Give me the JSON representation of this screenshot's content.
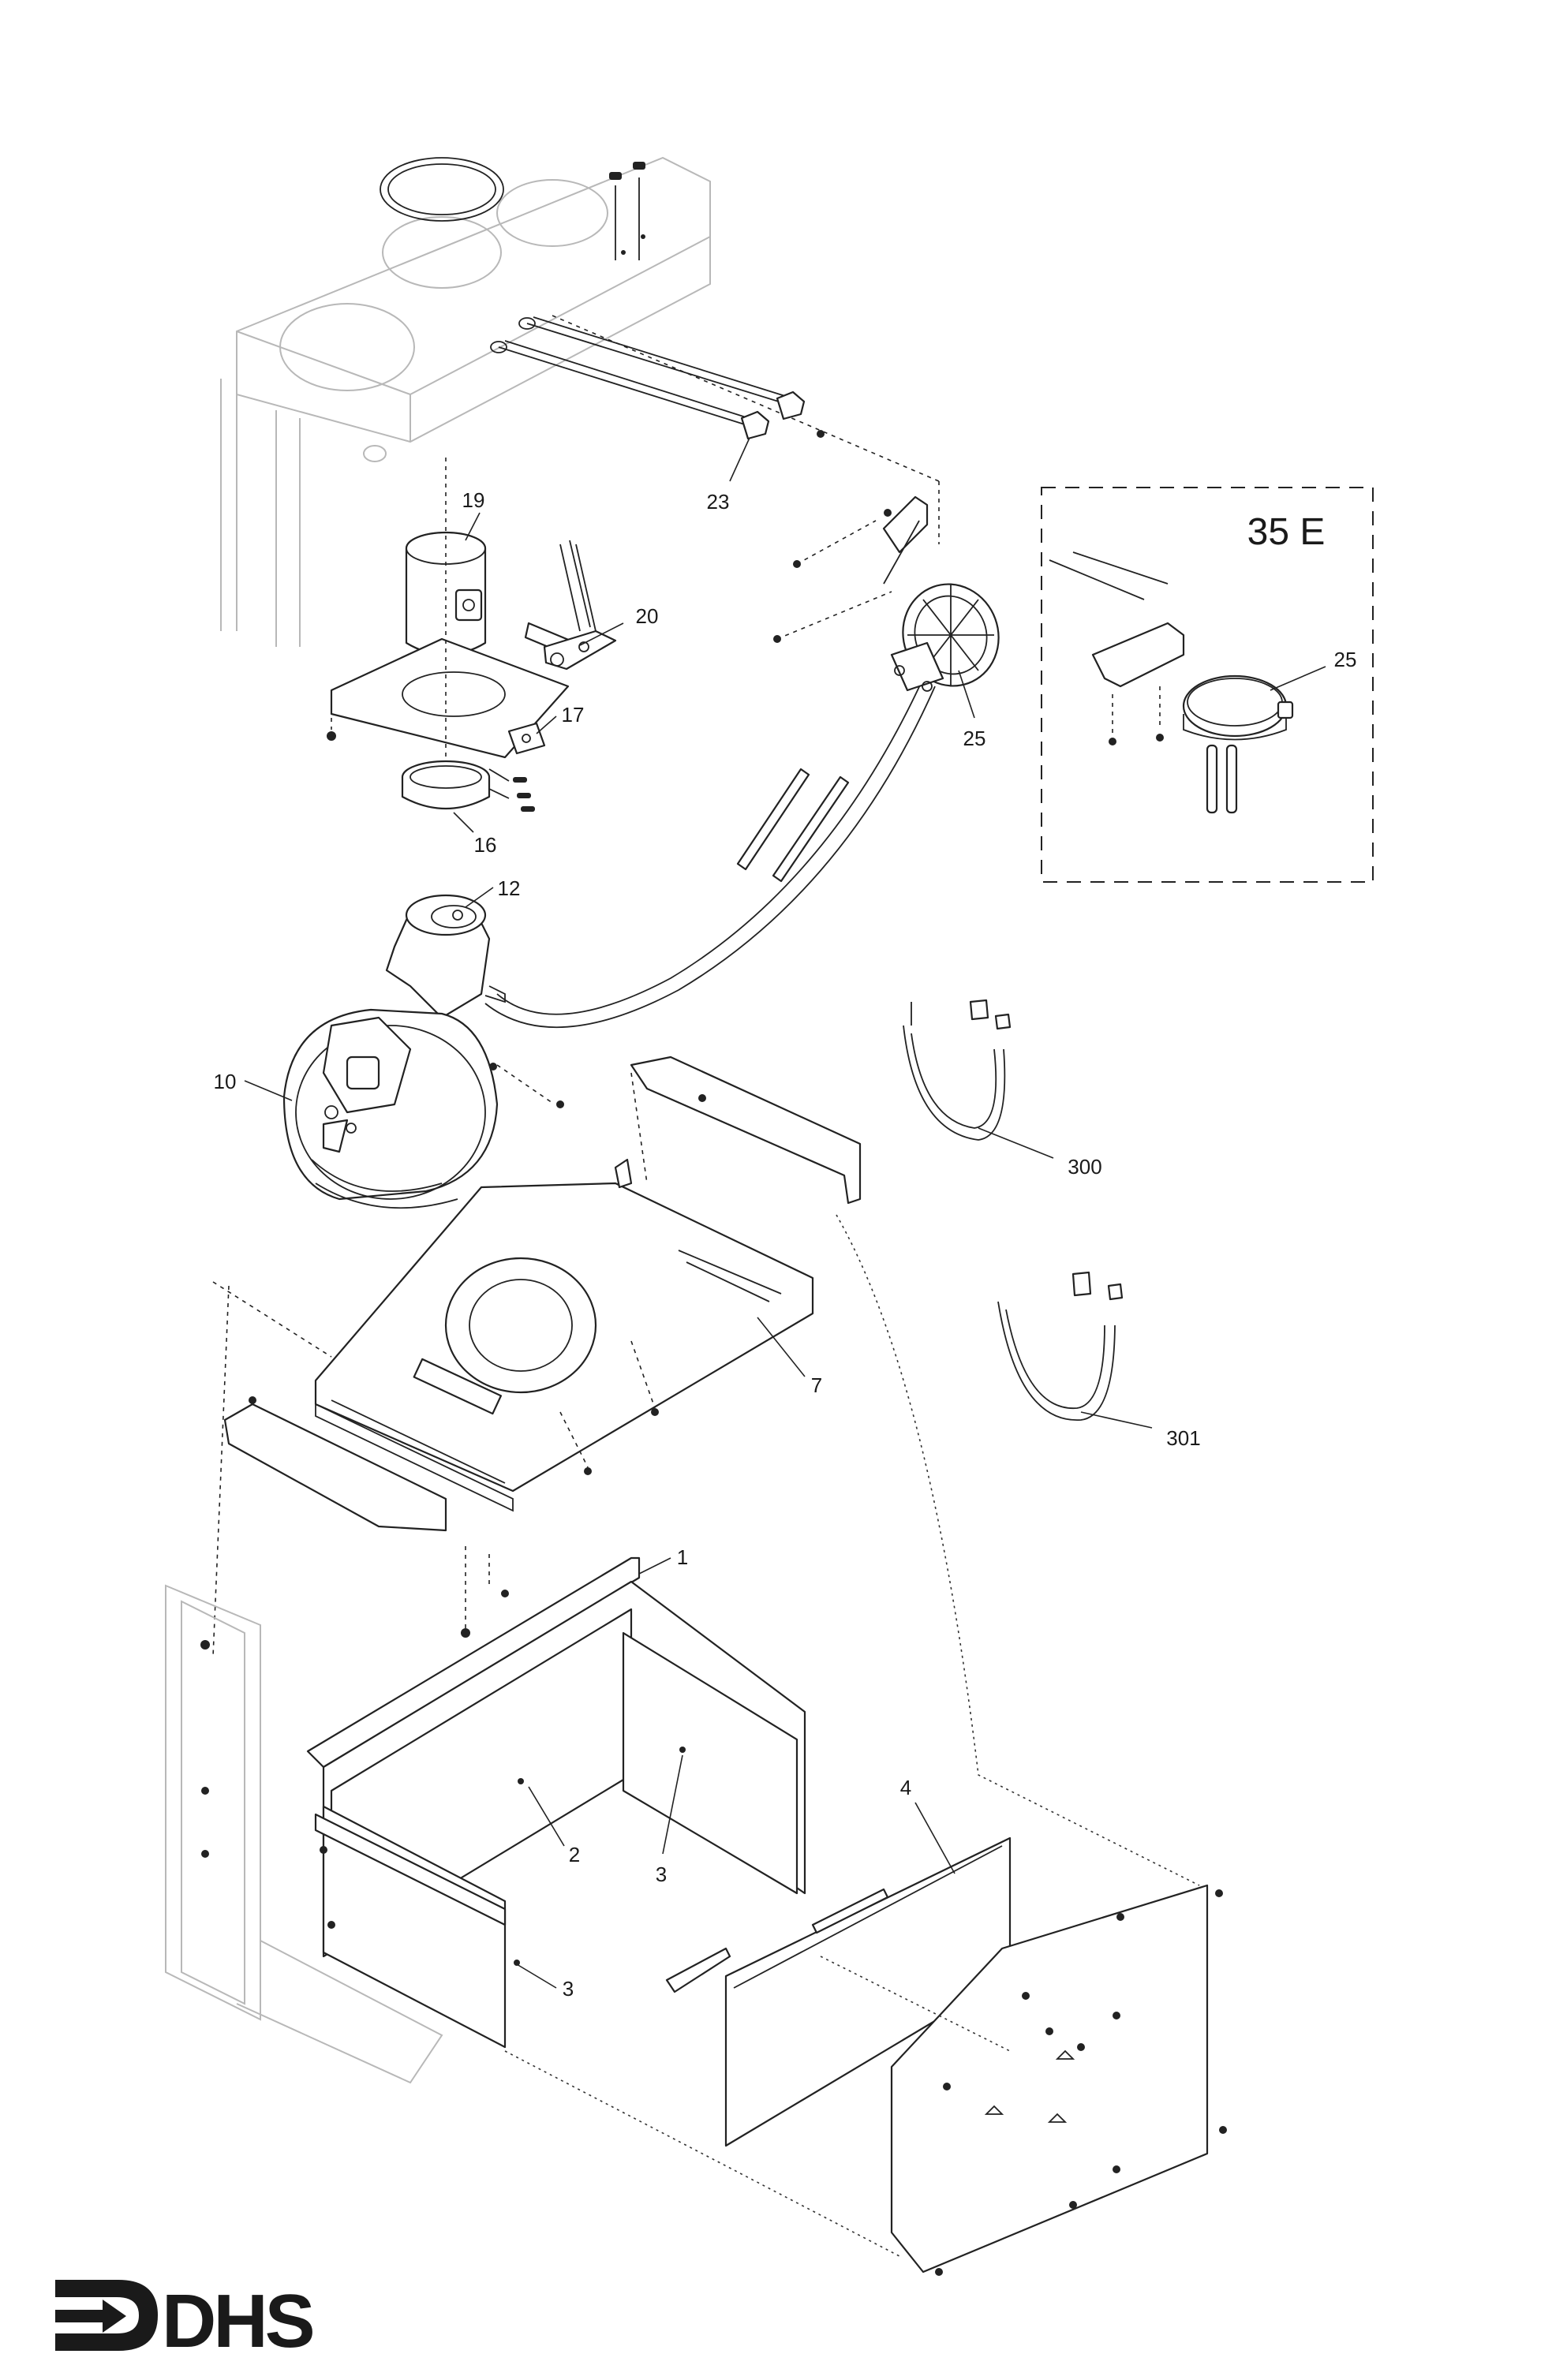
{
  "callouts": {
    "p1": "1",
    "p2": "2",
    "p3a": "3",
    "p3b": "3",
    "p4": "4",
    "p7": "7",
    "p10": "10",
    "p12": "12",
    "p16": "16",
    "p17": "17",
    "p19": "19",
    "p20": "20",
    "p23": "23",
    "p25a": "25",
    "p25b": "25",
    "p300": "300",
    "p301": "301"
  },
  "inset": {
    "title": "35 E"
  },
  "logo": {
    "text": "DHS"
  },
  "colors": {
    "line": "#222222",
    "ghost": "#b8b8b8",
    "background": "#ffffff"
  }
}
